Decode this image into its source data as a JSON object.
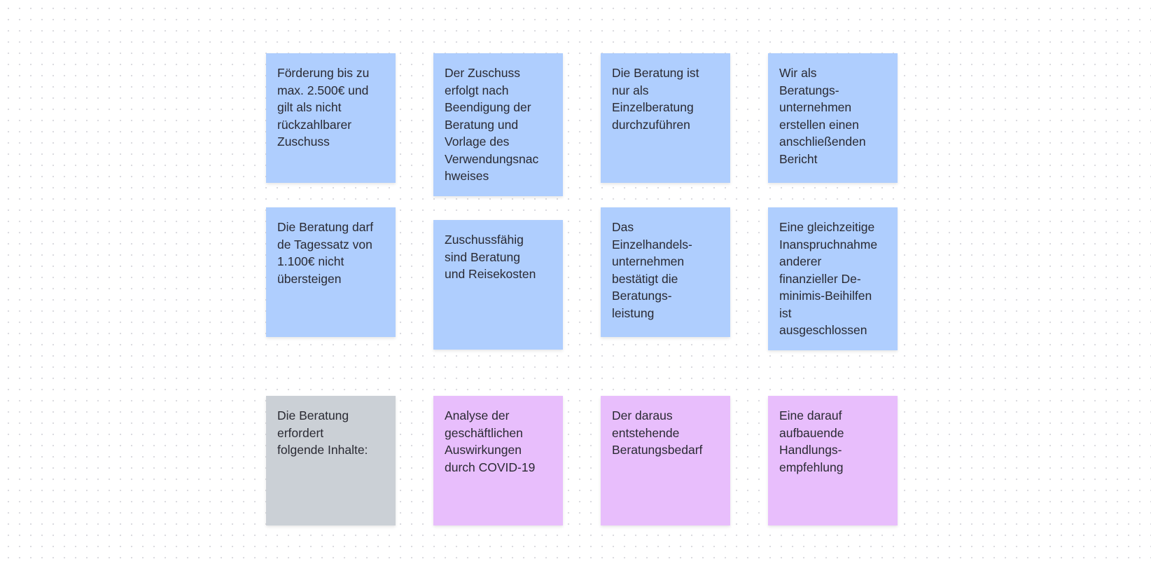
{
  "board": {
    "colors": {
      "blue": "#afcefe",
      "gray": "#cbd0d6",
      "violet": "#e8befc",
      "dot_grid": "#d9d9de"
    },
    "notes": [
      {
        "color": "blue",
        "text": "Förderung bis zu\nmax. 2.500€ und\ngilt als nicht\nrückzahlbarer\nZuschuss"
      },
      {
        "color": "blue",
        "text": "Der Zuschuss\nerfolgt nach\nBeendigung der\nBeratung und\nVorlage des\nVerwendungsnac\nhweises"
      },
      {
        "color": "blue",
        "text": "Die Beratung ist\nnur als\nEinzelberatung\ndurchzuführen"
      },
      {
        "color": "blue",
        "text": "Wir als\nBeratungs-\nunternehmen\nerstellen einen\nanschließenden\nBericht"
      },
      {
        "color": "blue",
        "text": "Die Beratung darf\nde Tagessatz von\n1.100€ nicht\nübersteigen"
      },
      {
        "color": "blue",
        "text": "Zuschussfähig\nsind Beratung\nund Reisekosten"
      },
      {
        "color": "blue",
        "text": "Das\nEinzelhandels-\nunternehmen\nbestätigt die\nBeratungs-\nleistung"
      },
      {
        "color": "blue",
        "text": "Eine gleichzeitige\nInanspruchnahme\nanderer\nfinanzieller De-\nminimis-Beihilfen\nist\nausgeschlossen"
      },
      {
        "color": "gray",
        "text": "Die Beratung\nerfordert\nfolgende Inhalte:"
      },
      {
        "color": "violet",
        "text": "Analyse der\ngeschäftlichen\nAuswirkungen\ndurch COVID-19"
      },
      {
        "color": "violet",
        "text": "Der daraus\nentstehende\nBeratungsbedarf"
      },
      {
        "color": "violet",
        "text": "Eine darauf\naufbauende\nHandlungs-\nempfehlung"
      }
    ]
  }
}
